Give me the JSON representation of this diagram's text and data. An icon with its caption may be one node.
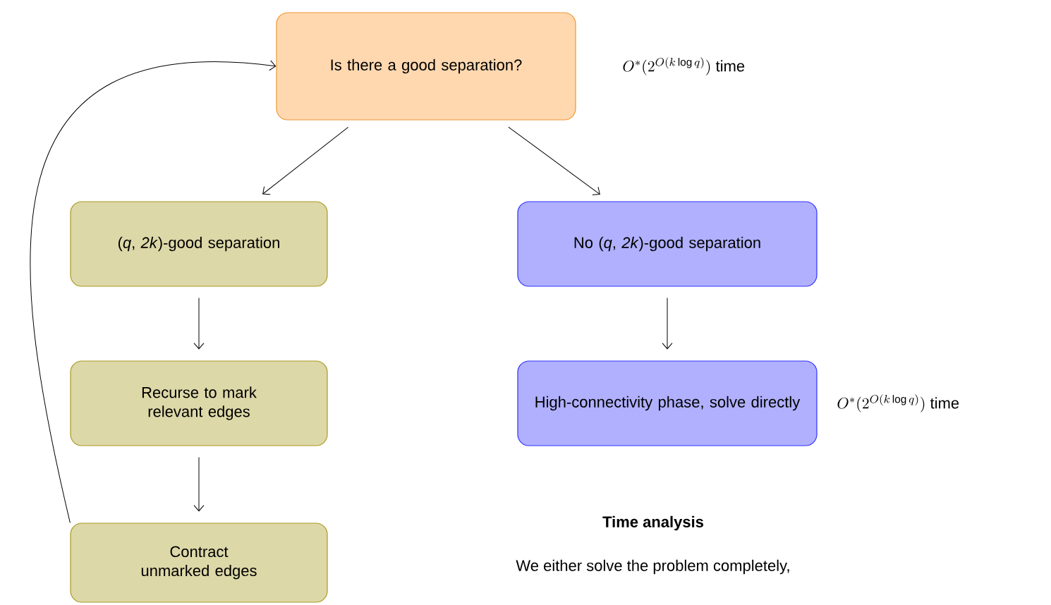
{
  "diagram": {
    "nodes": [
      {
        "text": [
          "Is there a good separation?"
        ],
        "beside": [
          "O^*(2^{O(k \\log q)})\\ \\mathrm{time}"
        ]
      },
      {
        "text": [
          "(*q*, *2k*)-good separation"
        ]
      },
      {
        "text": [
          "No (*q*, *2k*)-good separation"
        ]
      },
      {
        "text": [
          "Recurse to mark relevant edges"
        ]
      },
      {
        "text": [
          "High-connectivity phase, solve directly"
        ],
        "beside": [
          "O^*(2^{O(k \\log q)})\\ \\mathrm{time}"
        ]
      },
      {
        "text": [
          "Contract unmarked edges"
        ]
      }
    ],
    "edges": [
      {
        "from": 0,
        "to": 1,
        "arrow": "to"
      },
      {
        "from": 0,
        "to": 2,
        "arrow": "to"
      },
      {
        "from": 1,
        "to": 3,
        "arrow": "to"
      },
      {
        "from": 2,
        "to": 4,
        "arrow": "to"
      },
      {
        "from": 3,
        "to": 5,
        "arrow": "to"
      },
      {
        "from": 5,
        "to": 0,
        "arrow": "to"
      }
    ],
    "labels": [
      "Time analysis",
      "We either solve the problem completely,"
    ]
  }
}
